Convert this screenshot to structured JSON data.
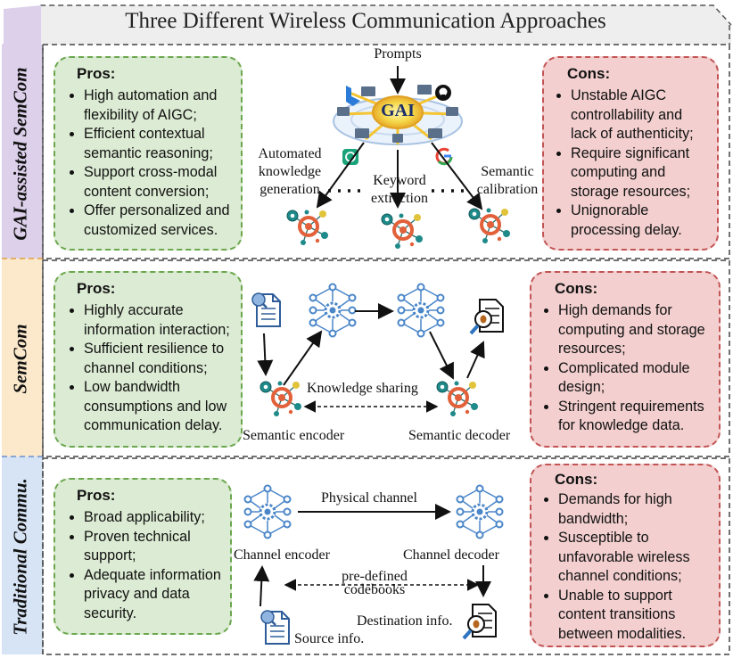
{
  "title": "Three Different Wireless Communication Approaches",
  "sections": {
    "gai": {
      "side_label": "GAI-assisted SemCom",
      "pros_title": "Pros:",
      "pros": [
        "High automation and flexibility of AIGC;",
        "Efficient contextual semantic reasoning;",
        "Support cross-modal content conversion;",
        "Offer personalized and customized services."
      ],
      "cons_title": "Cons:",
      "cons": [
        "Unstable AIGC controllability and lack of authenticity;",
        "Require significant computing and storage resources;",
        "Unignorable processing delay."
      ],
      "labels": {
        "prompts": "Prompts",
        "gai": "GAI",
        "auto_1": "Automated",
        "auto_2": "knowledge",
        "auto_3": "generation",
        "keyword_1": "Keyword",
        "keyword_2": "extraction",
        "semcal_1": "Semantic",
        "semcal_2": "calibration"
      }
    },
    "semcom": {
      "side_label": "SemCom",
      "pros_title": "Pros:",
      "pros": [
        "Highly accurate information interaction;",
        "Sufficient resilience to channel conditions;",
        "Low bandwidth consumptions and low communication delay."
      ],
      "cons_title": "Cons:",
      "cons": [
        "High demands for computing and storage resources;",
        "Complicated module design;",
        "Stringent requirements for knowledge data."
      ],
      "labels": {
        "knowledge_sharing": "Knowledge sharing",
        "encoder": "Semantic encoder",
        "decoder": "Semantic decoder"
      }
    },
    "traditional": {
      "side_label": "Traditional Commu.",
      "pros_title": "Pros:",
      "pros": [
        "Broad applicability;",
        "Proven technical support;",
        "Adequate information privacy and data security."
      ],
      "cons_title": "Cons:",
      "cons": [
        "Demands for high bandwidth;",
        "Susceptible to unfavorable wireless channel conditions;",
        "Unable to support content transitions between modalities."
      ],
      "labels": {
        "physical_channel": "Physical channel",
        "channel_encoder": "Channel encoder",
        "channel_decoder": "Channel decoder",
        "predefined_1": "pre-defined",
        "predefined_2": "codebooks",
        "destination": "Destination info.",
        "source": "Source info."
      }
    }
  },
  "colors": {
    "gai_band": "#dcd0ea",
    "semcom_band": "#fce9cc",
    "trad_band": "#d6e4f5",
    "pro_bg": "#dcebd3",
    "pro_border": "#6aa74e",
    "con_bg": "#f3cfcf",
    "con_border": "#c25454",
    "network_blue": "#4a86c8",
    "agent_orange": "#e2603a",
    "agent_teal": "#1f8a8a"
  },
  "icons": [
    "bing-icon",
    "github-icon",
    "chatgpt-icon",
    "google-icon",
    "document-icon",
    "bug-search-icon",
    "gear-network-icon",
    "semantic-agent-icon"
  ]
}
